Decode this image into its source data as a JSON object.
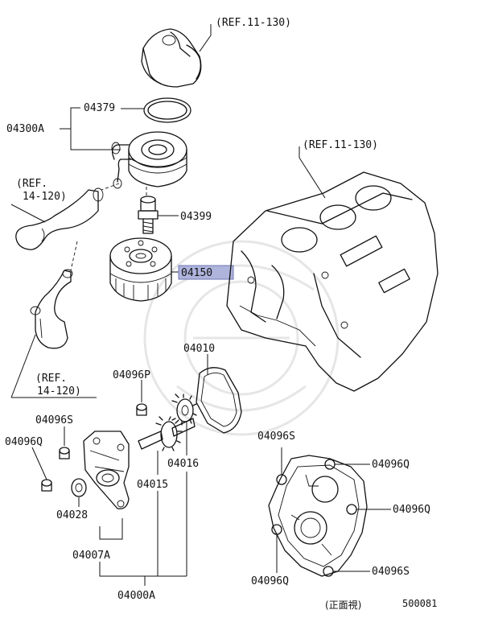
{
  "labels": {
    "ref_top": "(REF.11-130)",
    "ref_right": "(REF.11-130)",
    "ref_hose_upper_line1": "(REF.",
    "ref_hose_upper_line2": "14-120)",
    "ref_hose_lower_line1": "(REF.",
    "ref_hose_lower_line2": "14-120)",
    "p04379": "04379",
    "p04300A": "04300A",
    "p04399": "04399",
    "p04150": "04150",
    "p04010": "04010",
    "p04096P": "04096P",
    "p04096S_left": "04096S",
    "p04096Q_left": "04096Q",
    "p04016": "04016",
    "p04015": "04015",
    "p04028": "04028",
    "p04007A": "04007A",
    "p04000A": "04000A",
    "p04096S_right_top": "04096S",
    "p04096Q_right_1": "04096Q",
    "p04096Q_right_2": "04096Q",
    "p04096Q_right_bottom": "04096Q",
    "p04096S_right_bottom": "04096S",
    "front_view": "(正面視)",
    "diagram_code": "500081"
  },
  "highlight": {
    "part": "04150",
    "color": "#aeb4dc"
  }
}
